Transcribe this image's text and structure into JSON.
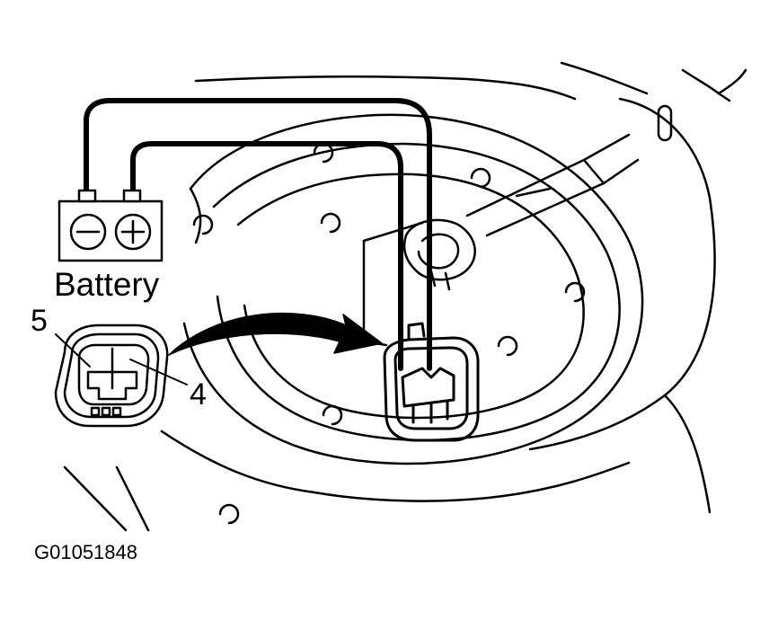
{
  "labels": {
    "battery": "Battery",
    "pin_5": "5",
    "pin_4": "4",
    "figure_id": "G01051848"
  },
  "battery": {
    "terminals": [
      "negative",
      "positive"
    ]
  },
  "icons": {
    "battery": "battery-icon",
    "connector": "connector-icon",
    "arrow": "curved-arrow-icon"
  },
  "colors": {
    "line": "#000000",
    "background": "#ffffff"
  }
}
